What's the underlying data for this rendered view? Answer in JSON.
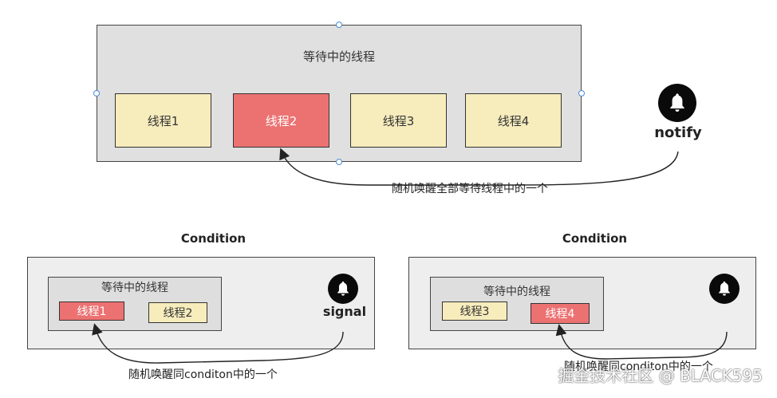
{
  "top": {
    "title": "等待中的线程",
    "threads": [
      "线程1",
      "线程2",
      "线程3",
      "线程4"
    ],
    "notify_label": "notify",
    "caption": "随机唤醒全部等待线程中的一个"
  },
  "left_condition": {
    "heading": "Condition",
    "inner_title": "等待中的线程",
    "threads": [
      "线程1",
      "线程2"
    ],
    "signal_label": "signal",
    "caption": "随机唤醒同conditon中的一个"
  },
  "right_condition": {
    "heading": "Condition",
    "inner_title": "等待中的线程",
    "threads": [
      "线程3",
      "线程4"
    ],
    "caption": "随机唤醒同conditon中的一个"
  },
  "watermark": "掘金技术社区 @ BLACK595",
  "colors": {
    "highlight": "#ec7272",
    "thread_fill": "#f7ecbc",
    "panel_fill": "#e0e0e0",
    "bell": "#0a0a0a"
  },
  "icons": {
    "bell": "bell-icon"
  }
}
